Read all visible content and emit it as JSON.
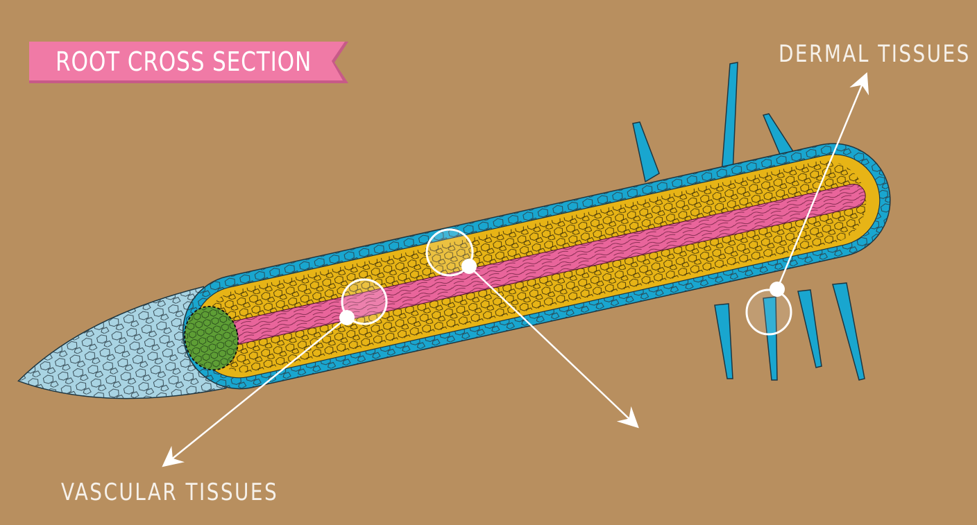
{
  "title": "ROOT CROSS SECTION",
  "labels": {
    "dermal": "DERMAL TISSUES",
    "vascular": "VASCULAR TISSUES"
  },
  "colors": {
    "background": "#b88f5f",
    "banner": "#f07aa6",
    "root_cap": "#a9d4e3",
    "epidermis": "#19a6cf",
    "cortex": "#e7b416",
    "vascular_cylinder": "#e9659b",
    "meristem": "#5e9e35",
    "annotation": "#ffffff"
  },
  "icons": [
    "arrow-icon",
    "highlight-circle-icon"
  ]
}
